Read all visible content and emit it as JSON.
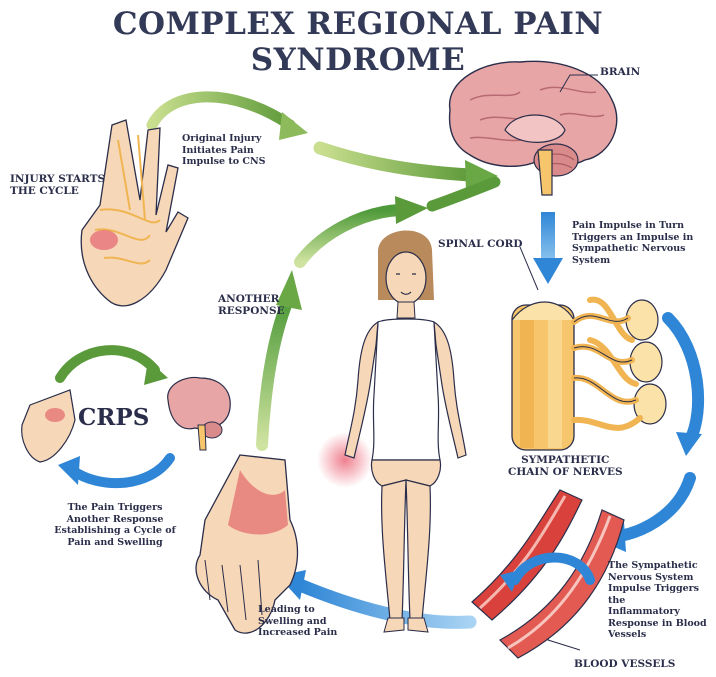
{
  "title": "COMPLEX REGIONAL PAIN SYNDROME",
  "labels": {
    "injury_starts": "INJURY STARTS\nTHE CYCLE",
    "brain": "BRAIN",
    "spinal_cord": "SPINAL CORD",
    "another_response": "ANOTHER\nRESPONSE",
    "sympathetic_chain": "SYMPATHETIC\nCHAIN OF NERVES",
    "blood_vessels": "BLOOD VESSELS",
    "crps": "CRPS"
  },
  "captions": {
    "original_injury": "Original Injury\nInitiates Pain\nImpulse to CNS",
    "pain_impulse": "Pain Impulse in Turn\nTriggers an Impulse in\nSympathetic Nervous\nSystem",
    "pain_triggers": "The Pain Triggers\nAnother Response\nEstablishing a Cycle of\nPain and Swelling",
    "sympathetic_response": "The Sympathetic\nNervous System\nImpulse Triggers the\nInflammatory\nResponse in Blood\nVessels",
    "leading_to": "Leading to\nSwelling and\nIncreased Pain"
  },
  "colors": {
    "title": "#333a57",
    "green_arrow": "#5e9a3a",
    "blue_arrow": "#2f86d6",
    "skin": "#f6d7b7",
    "brain": "#e7a5a5",
    "nerve": "#f6c56c",
    "vessel": "#d9423c"
  }
}
